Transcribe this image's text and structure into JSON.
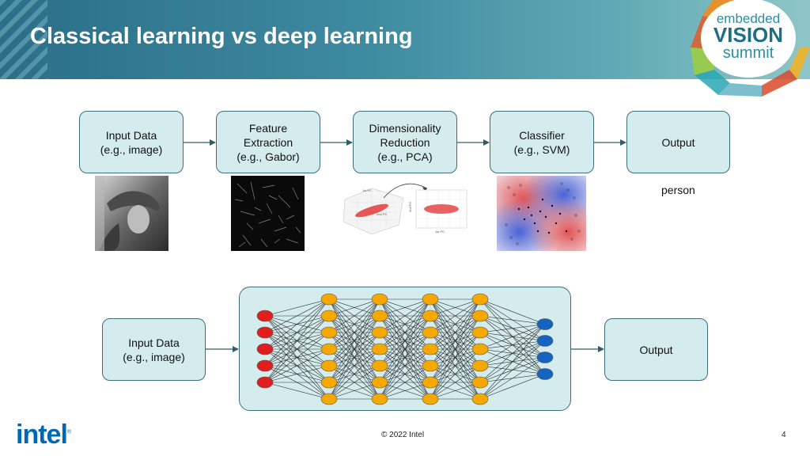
{
  "header": {
    "title": "Classical learning vs deep learning"
  },
  "logo": {
    "line1": "embedded",
    "line2": "VISION",
    "line3": "summit"
  },
  "classical": {
    "boxes": [
      {
        "line1": "Input Data",
        "line2": "(e.g., image)",
        "line3": ""
      },
      {
        "line1": "Feature",
        "line2": "Extraction",
        "line3": "(e.g., Gabor)"
      },
      {
        "line1": "Dimensionality",
        "line2": "Reduction",
        "line3": "(e.g., PCA)"
      },
      {
        "line1": "Classifier",
        "line2": "(e.g., SVM)",
        "line3": ""
      },
      {
        "line1": "Output",
        "line2": "",
        "line3": ""
      }
    ],
    "output_label": "person"
  },
  "pca": {
    "pc1": "1st PC",
    "pc2": "2nd PC"
  },
  "deep": {
    "input_line1": "Input Data",
    "input_line2": "(e.g., image)",
    "output": "Output",
    "layers": [
      5,
      7,
      7,
      7,
      7,
      4
    ],
    "colors": {
      "input": "#e01e1e",
      "hidden": "#f5a800",
      "output": "#1565c0"
    }
  },
  "footer": {
    "brand": "intel",
    "copyright": "© 2022 Intel",
    "page": "4"
  }
}
